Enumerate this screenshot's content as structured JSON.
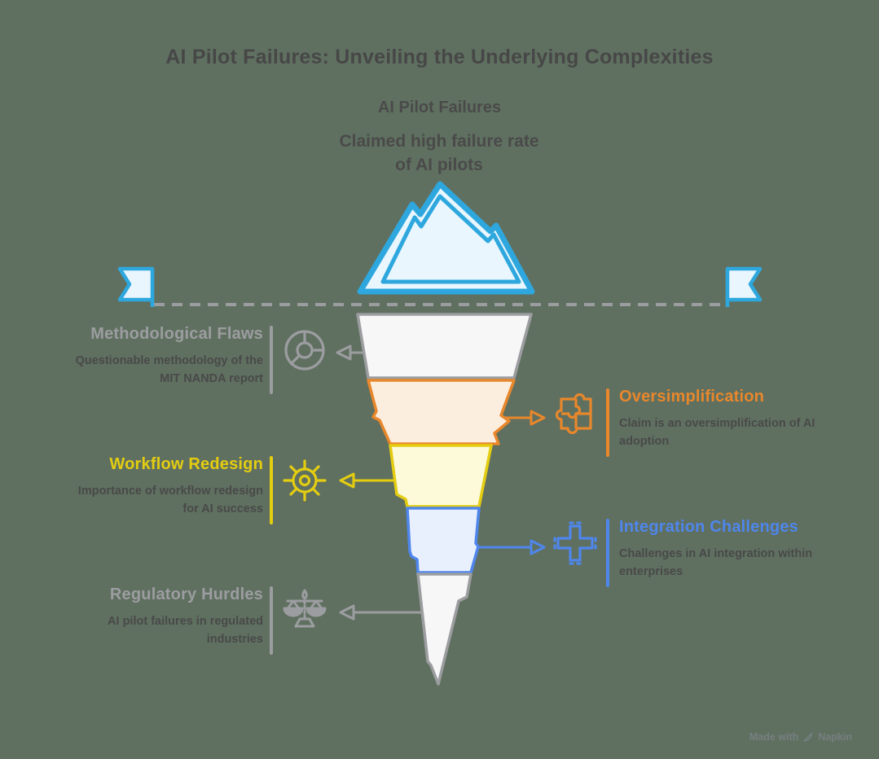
{
  "title": "AI Pilot Failures: Unveiling the Underlying Complexities",
  "funnel": {
    "label": "AI Pilot Failures",
    "claim": "Claimed high failure rate\nof AI pilots"
  },
  "sections": [
    {
      "id": "methodological-flaws",
      "title": "Methodological Flaws",
      "description": "Questionable methodology of the\nMIT NANDA report",
      "side": "left",
      "accent": "#9C9DA0",
      "icon": "wheel-icon",
      "funnel_layer": 1
    },
    {
      "id": "oversimplification",
      "title": "Oversimplification",
      "description": "Claim is an oversimplification of AI\nadoption",
      "side": "right",
      "accent": "#E8872B",
      "icon": "puzzle-icon",
      "funnel_layer": 2
    },
    {
      "id": "workflow-redesign",
      "title": "Workflow Redesign",
      "description": "Importance of workflow redesign\nfor AI success",
      "side": "left",
      "accent": "#E4CD11",
      "icon": "gear-icon",
      "funnel_layer": 3
    },
    {
      "id": "integration-challenges",
      "title": "Integration Challenges",
      "description": "Challenges in AI integration within\nenterprises",
      "side": "right",
      "accent": "#4F86EC",
      "icon": "junction-icon",
      "funnel_layer": 4
    },
    {
      "id": "regulatory-hurdles",
      "title": "Regulatory Hurdles",
      "description": "AI pilot failures in regulated\nindustries",
      "side": "left",
      "accent": "#9C9DA0",
      "icon": "scales-icon",
      "funnel_layer": 5
    }
  ],
  "watermark": {
    "prefix": "Made with",
    "brand": "Napkin"
  },
  "palette": {
    "background": "#5F7060",
    "text_dark": "#474747",
    "gray": "#9C9DA0",
    "orange": "#E8872B",
    "yellow": "#E4CD11",
    "blue": "#4F86EC",
    "sky_stroke": "#2EA7DE",
    "sky_fill": "#E9F6FD",
    "funnel_fill_gray": "#F7F7F7",
    "funnel_fill_orange": "#FCEEDF",
    "funnel_fill_yellow": "#FDFAD9",
    "funnel_fill_blue": "#E9F0FD"
  }
}
